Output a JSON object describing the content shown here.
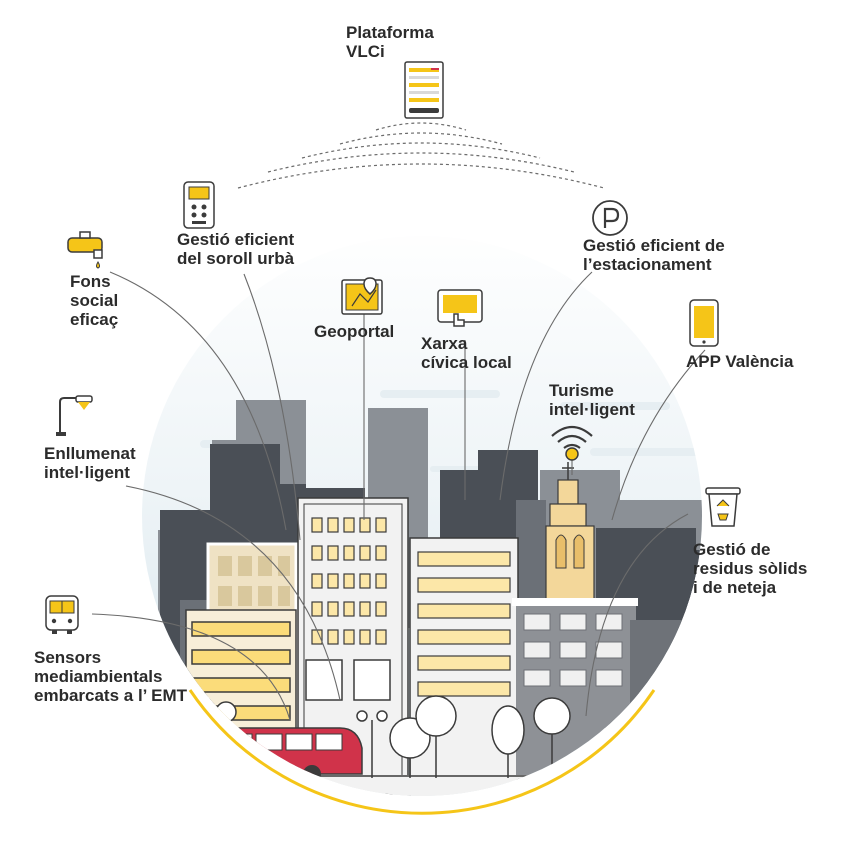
{
  "colors": {
    "accent": "#f5c518",
    "ink": "#2b2b2b",
    "sky": "#dfeaf0",
    "dark_building": "#4a4f56",
    "bus": "#d0334a"
  },
  "platform": {
    "lines": [
      "Plataforma",
      "VLCi"
    ],
    "icon": "server-document-icon"
  },
  "services": [
    {
      "id": "noise",
      "icon": "noise-meter-icon",
      "lines": [
        "Gestió eficient",
        "del soroll urbà"
      ]
    },
    {
      "id": "social",
      "icon": "water-tap-icon",
      "lines": [
        "Fons",
        "social",
        "eficaç"
      ]
    },
    {
      "id": "geoportal",
      "icon": "map-pin-icon",
      "lines": [
        "Geoportal"
      ]
    },
    {
      "id": "civic",
      "icon": "touch-tablet-icon",
      "lines": [
        "Xarxa",
        "cívica local"
      ]
    },
    {
      "id": "parking",
      "icon": "parking-sign-icon",
      "lines": [
        "Gestió eficient de",
        "l’estacionament"
      ]
    },
    {
      "id": "app",
      "icon": "smartphone-icon",
      "lines": [
        "APP València"
      ]
    },
    {
      "id": "tourism",
      "icon": "wifi-icon",
      "lines": [
        "Turisme",
        "intel·ligent"
      ]
    },
    {
      "id": "lighting",
      "icon": "street-lamp-icon",
      "lines": [
        "Enllumenat",
        "intel·ligent"
      ]
    },
    {
      "id": "waste",
      "icon": "recycling-bin-icon",
      "lines": [
        "Gestió de",
        "residus sòlids",
        "i de neteja"
      ]
    },
    {
      "id": "sensors",
      "icon": "bus-sensor-icon",
      "lines": [
        "Sensors",
        "mediambientals",
        "embarcats a l’ EMT"
      ]
    }
  ]
}
